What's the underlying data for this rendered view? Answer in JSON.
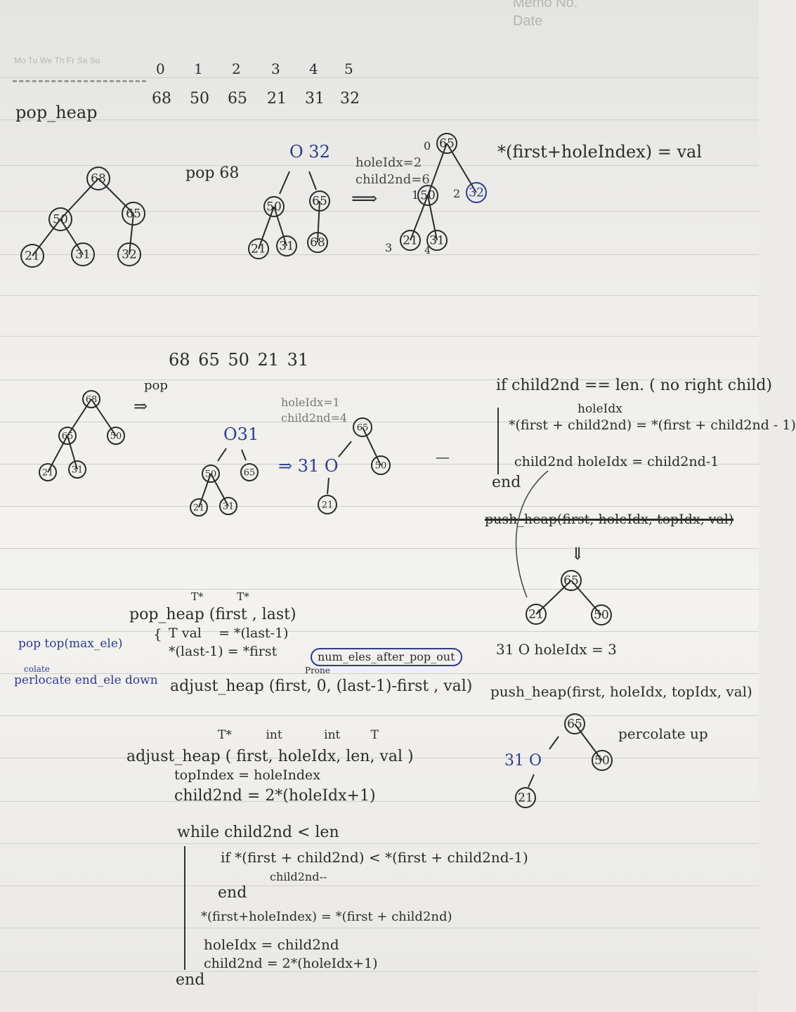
{
  "header": {
    "date_label": "Date",
    "memo_label": "Memo No.",
    "weekdays": "Mo  Tu  We  Th  Fr  Sa  Su"
  },
  "title": "pop_heap",
  "array_indices": [
    "0",
    "1",
    "2",
    "3",
    "4",
    "5"
  ],
  "array_values": [
    "68",
    "50",
    "65",
    "21",
    "31",
    "32"
  ],
  "pop68": {
    "label": "pop 68",
    "hole_label": "O 32",
    "hole_state": "holeIdx=2\nchild2nd=6",
    "assign": "*(first+holeIndex) = val",
    "idx0": "0",
    "idx1": "1",
    "idx2": "2",
    "idx3": "3",
    "idx4": "4"
  },
  "heap_a": [
    "68",
    "50",
    "65",
    "21",
    "31",
    "32"
  ],
  "heap_b": [
    "50",
    "65",
    "21",
    "31",
    "68"
  ],
  "heap_c": [
    "65",
    "50",
    "32",
    "21",
    "31"
  ],
  "section2": {
    "array": "68  65  50  21  31",
    "pop_label": "pop",
    "hole_label": "O31",
    "state": "holeIdx=1\nchild2nd=4",
    "arrow_label": "⇒ 31 O",
    "heap_d": [
      "68",
      "65",
      "50",
      "21",
      "31"
    ],
    "heap_e": [
      "65",
      "50",
      "21",
      "31"
    ],
    "heap_f": [
      "65",
      "50",
      "21"
    ]
  },
  "right_code": {
    "if_line": "if  child2nd == len.  ( no right child)",
    "holeidx_note": "holeIdx",
    "line1": "*(first + child2nd) = *(first + child2nd - 1)",
    "line2": "child2nd  holeIdx = child2nd-1",
    "end": "end",
    "struck": "push_heap(first, holeIdx, topIdx, val)",
    "down_arrow": "⇓",
    "heap_g": [
      "65",
      "21",
      "50"
    ],
    "hole_g": "31  O  holeIdx = 3",
    "push_call": "push_heap(first, holeIdx, topIdx, val)",
    "percolate": "percolate up",
    "heap_h": [
      "65",
      "50",
      "21"
    ],
    "hole_h": "31 O"
  },
  "pop_fn": {
    "types": "T*          T*",
    "sig": "pop_heap (first ,  last)",
    "body1": "T val    = *(last-1)",
    "body2": "*(last-1) = *first",
    "side1": "pop top(max_ele)",
    "side2_small": "colate",
    "side2": "perlocate end_ele down",
    "circled": "num_eles_after_pop_out",
    "rtone": "Prone",
    "call": "adjust_heap (first, 0,  (last-1)-first ,  val)"
  },
  "adjust_fn": {
    "types": "T*         int           int        T",
    "sig": "adjust_heap ( first,  holeIdx,  len,  val )",
    "l1": "topIndex  =  holeIndex",
    "l2": "child2nd  =  2*(holeIdx+1)",
    "while": "while  child2nd < len",
    "if": "if  *(first + child2nd) <  *(first + child2nd-1)",
    "dec": "child2nd--",
    "end1": "end",
    "assign": "*(first+holeIndex) = *(first + child2nd)",
    "upd1": "holeIdx  =  child2nd",
    "upd2": "child2nd  =  2*(holeIdx+1)",
    "end2": "end"
  }
}
